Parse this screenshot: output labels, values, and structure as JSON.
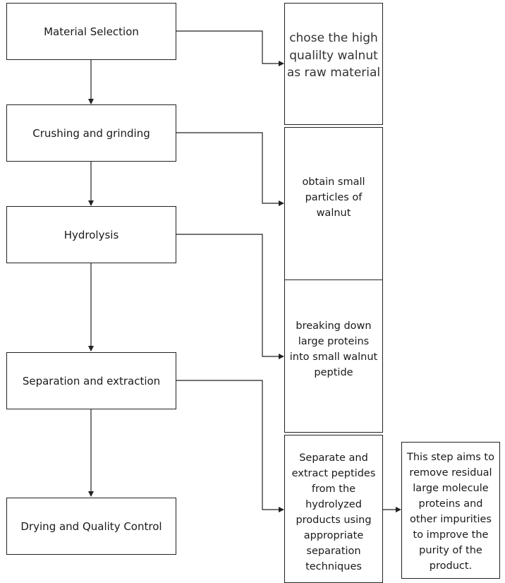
{
  "steps": [
    "Material Selection",
    "Crushing and grinding",
    "Hydrolysis",
    "Separation and extraction",
    "Drying and Quality Control"
  ],
  "descriptions": [
    "chose the high qualilty walnut as raw material",
    "obtain small particles of walnut",
    "breaking down large  proteins into small walnut peptide",
    "Separate and extract peptides from the hydrolyzed products using appropriate separation techniques",
    "This step aims to remove residual large molecule proteins and other impurities to improve the purity of the product."
  ]
}
